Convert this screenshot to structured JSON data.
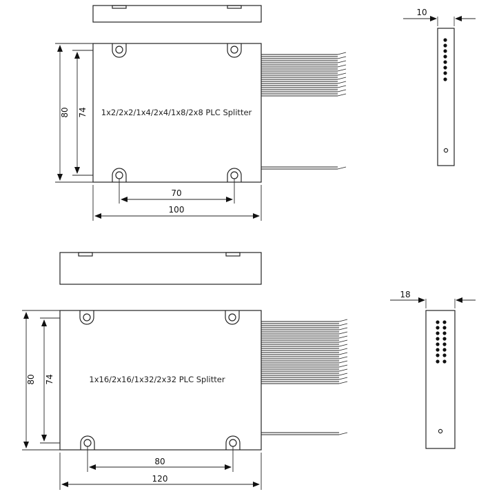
{
  "drawings": [
    {
      "id": "small-module",
      "label": "1x2/2x2/1x4/2x4/1x8/2x8 PLC Splitter",
      "dimensions": {
        "outer_height": "80",
        "inner_height": "74",
        "hole_spacing": "70",
        "width": "100",
        "thickness": "10"
      },
      "fiber_count_output": 12,
      "fiber_count_input": 1,
      "end_view_ports": {
        "columns": 1,
        "rows": 8
      }
    },
    {
      "id": "large-module",
      "label": "1x16/2x16/1x32/2x32 PLC Splitter",
      "dimensions": {
        "outer_height": "80",
        "inner_height": "74",
        "hole_spacing": "80",
        "width": "120",
        "thickness": "18"
      },
      "fiber_count_output": 18,
      "fiber_count_input": 1,
      "end_view_ports": {
        "columns": 2,
        "rows": 8
      }
    }
  ],
  "colors": {
    "line": "#222222",
    "fiber_fill": "#888888",
    "background": "#ffffff"
  }
}
